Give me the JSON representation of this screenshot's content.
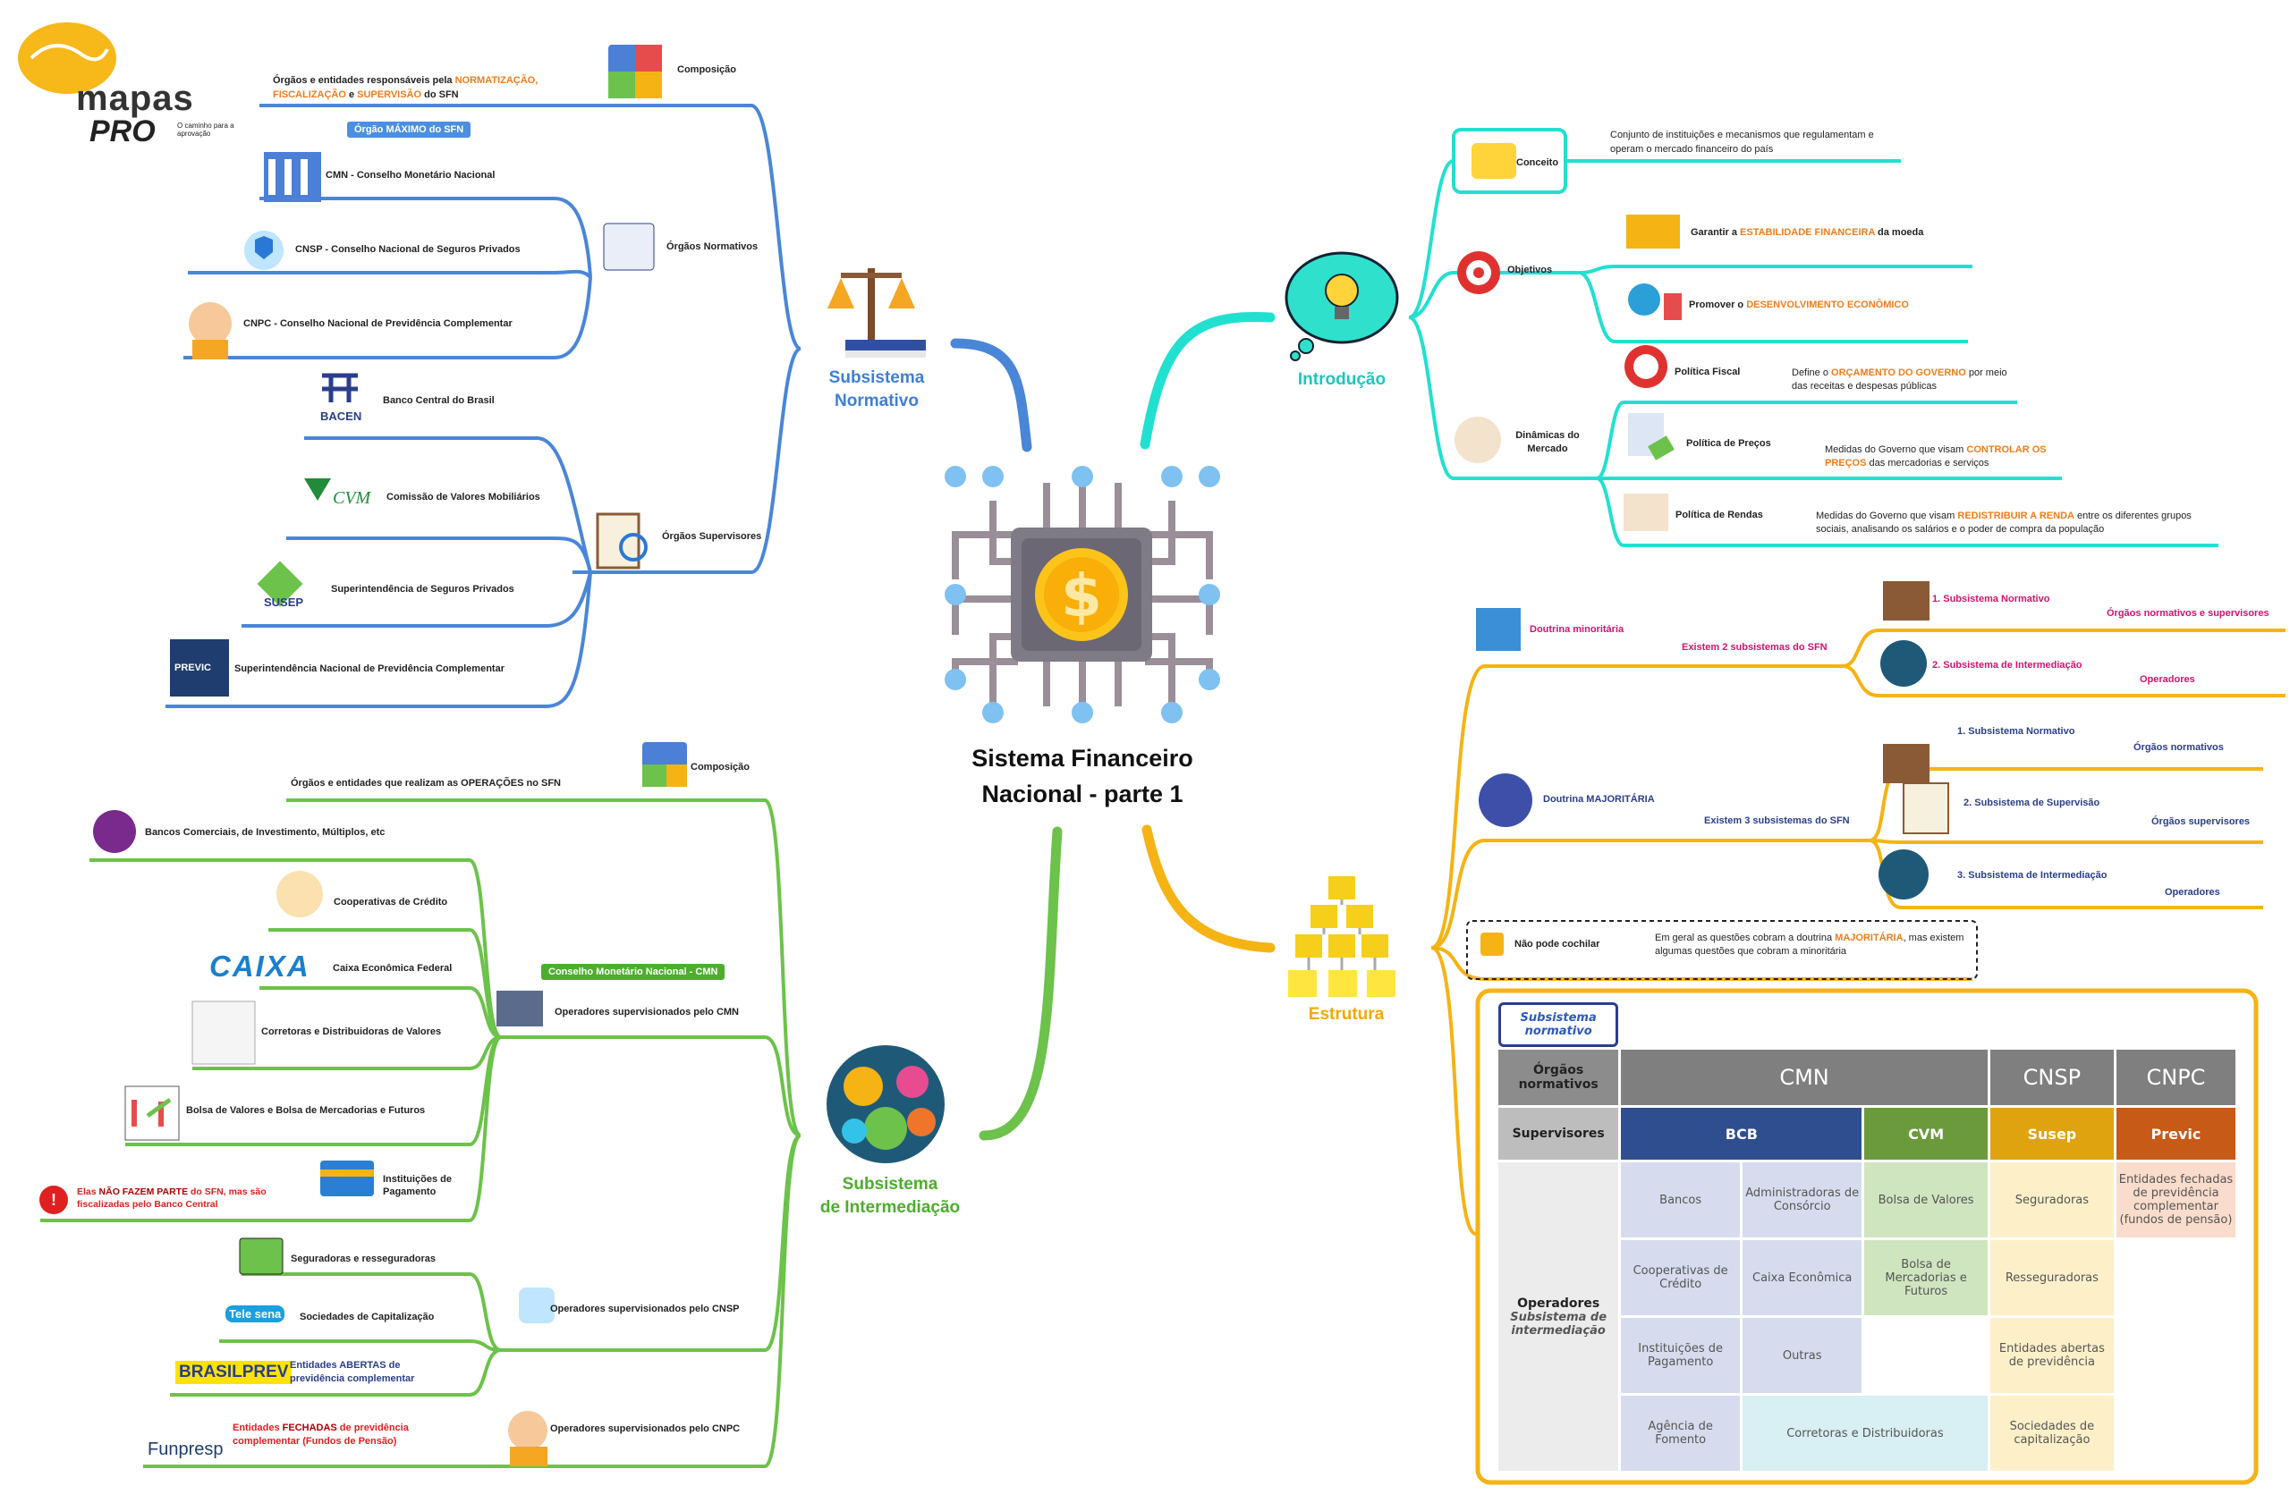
{
  "logo": {
    "brand": "mapas",
    "brand2": "PRO",
    "tagline": "O caminho para a aprovação"
  },
  "center": {
    "title_line1": "Sistema Financeiro",
    "title_line2": "Nacional - parte 1"
  },
  "branches": {
    "normativo": {
      "label_line1": "Subsistema",
      "label_line2": "Normativo"
    },
    "intermediacao": {
      "label_line1": "Subsistema",
      "label_line2": "de Intermediação"
    },
    "introducao": {
      "label": "Introdução"
    },
    "estrutura": {
      "label": "Estrutura"
    }
  },
  "normativo": {
    "composicao_label": "Composição",
    "composicao_text_a": "Órgãos e entidades responsáveis pela ",
    "composicao_hl1": "NORMATIZAÇÃO,",
    "composicao_hl2": "FISCALIZAÇÃO",
    "composicao_text_b": " e ",
    "composicao_hl3": "SUPERVISÃO",
    "composicao_text_c": " do SFN",
    "orgao_maximo_pill": "Órgão MÁXIMO do SFN",
    "orgaos_normativos_label": "Órgãos Normativos",
    "normativos": [
      "CMN - Conselho Monetário Nacional",
      "CNSP - Conselho Nacional de Seguros Privados",
      "CNPC - Conselho Nacional de Previdência Complementar"
    ],
    "orgaos_supervisores_label": "Órgãos Supervisores",
    "supervisores": [
      "Banco Central do Brasil",
      "Comissão de Valores Mobiliários",
      "Superintendência de Seguros Privados",
      "Superintendência Nacional de Previdência Complementar"
    ],
    "logos": {
      "bacen": "BACEN",
      "cvm": "CVM",
      "susep": "SUSEP",
      "previc": "PREVIC"
    }
  },
  "intermediacao": {
    "composicao_label": "Composição",
    "composicao_text_a": "Órgãos e entidades que realizam as ",
    "composicao_hl": "OPERAÇÕES",
    "composicao_text_b": " no SFN",
    "cmn_pill": "Conselho Monetário Nacional - CMN",
    "op_cmn_label": "Operadores supervisionados pelo CMN",
    "op_cmn_items": [
      "Bancos Comerciais, de Investimento, Múltiplos, etc",
      "Cooperativas de Crédito",
      "Caixa Econômica Federal",
      "Corretoras e Distribuidoras de Valores",
      "Bolsa de Valores e Bolsa de Mercadorias e Futuros",
      "Instituições de Pagamento"
    ],
    "caixa_logo": "CAIXA",
    "warn_a": "Elas ",
    "warn_hl": "NÃO FAZEM PARTE",
    "warn_b": " do SFN, mas são fiscalizadas pelo Banco Central",
    "op_cnsp_label": "Operadores supervisionados pelo CNSP",
    "op_cnsp_items": [
      "Seguradoras e resseguradoras",
      "Sociedades de Capitalização"
    ],
    "tele_logo": "Tele sena",
    "brasilprev_logo": "BRASILPREV",
    "abertas_a": "Entidades ",
    "abertas_hl": "ABERTAS",
    "abertas_b": " de previdência complementar",
    "op_cnpc_label": "Operadores supervisionados pelo CNPC",
    "funpresp_logo": "Funpresp",
    "fechadas_a": "Entidades ",
    "fechadas_hl": "FECHADAS",
    "fechadas_b": " de previdência complementar (Fundos de Pensão)"
  },
  "introducao": {
    "conceito_label": "Conceito",
    "conceito_text": "Conjunto de instituições e mecanismos que regulamentam e operam o mercado financeiro do país",
    "objetivos_label": "Objetivos",
    "obj1_a": "Garantir a ",
    "obj1_hl": "ESTABILIDADE FINANCEIRA",
    "obj1_b": " da moeda",
    "obj2_a": "Promover o ",
    "obj2_hl": "DESENVOLVIMENTO ECONÔMICO",
    "dinamicas_label": "Dinâmicas do Mercado",
    "pol_fiscal": "Política Fiscal",
    "pol_fiscal_a": "Define o ",
    "pol_fiscal_hl": "ORÇAMENTO DO GOVERNO",
    "pol_fiscal_b": " por meio das receitas e despesas públicas",
    "pol_precos": "Política de Preços",
    "pol_precos_a": "Medidas do Governo que visam ",
    "pol_precos_hl": "CONTROLAR OS PREÇOS",
    "pol_precos_b": " das mercadorias e serviços",
    "pol_rendas": "Política de Rendas",
    "pol_rendas_a": "Medidas do Governo que visam ",
    "pol_rendas_hl": "REDISTRIBUIR A RENDA",
    "pol_rendas_b": " entre os diferentes grupos sociais, analisando os salários e o poder de compra da população"
  },
  "estrutura": {
    "minoritaria_label": "Doutrina minoritária",
    "minoritaria_sub": "Existem 2 subsistemas do SFN",
    "min_items": [
      {
        "label": "1. Subsistema Normativo",
        "right": "Órgãos normativos e supervisores"
      },
      {
        "label": "2. Subsistema de Intermediação",
        "right": "Operadores"
      }
    ],
    "majoritaria_a": "Doutrina ",
    "majoritaria_hl": "MAJORITÁRIA",
    "majoritaria_sub": "Existem 3 subsistemas do SFN",
    "maj_items": [
      {
        "label": "1. Subsistema Normativo",
        "right": "Órgãos normativos"
      },
      {
        "label": "2. Subsistema de Supervisão",
        "right": "Órgãos supervisores"
      },
      {
        "label": "3. Subsistema de Intermediação",
        "right": "Operadores"
      }
    ],
    "nao_cochilar": "Não pode cochilar",
    "cochilar_a": "Em geral as questões cobram a doutrina ",
    "cochilar_hl": "MAJORITÁRIA",
    "cochilar_b": ", mas existem algumas questões que cobram a minoritária"
  },
  "table": {
    "corner": "Subsistema normativo",
    "row_normativos": "Órgãos normativos",
    "row_supervisores": "Supervisores",
    "row_operadores": "Operadores",
    "row_operadores_sub": "Subsistema de intermediação",
    "h_cmn": "CMN",
    "h_cnsp": "CNSP",
    "h_cnpc": "CNPC",
    "s_bcb": "BCB",
    "s_cvm": "CVM",
    "s_susep": "Susep",
    "s_previc": "Previc",
    "r1": [
      "Bancos",
      "Administradoras de Consórcio",
      "Bolsa de Valores",
      "Seguradoras",
      "Entidades fechadas de previdência complementar (fundos de pensão)"
    ],
    "r2": [
      "Cooperativas de Crédito",
      "Caixa Econômica",
      "Bolsa de Mercadorias e Futuros",
      "Resseguradoras"
    ],
    "r3": [
      "Instituições de Pagamento",
      "Outras",
      "Entidades abertas de previdência"
    ],
    "r4": [
      "Agência de Fomento",
      "Corretoras e Distribuidoras",
      "Sociedades de capitalização"
    ]
  },
  "colors": {
    "normativo": "#3f7fd3",
    "intermediacao": "#6cc24a",
    "introducao": "#22d3c8",
    "estrutura": "#f5b314",
    "highlight": "#f07d1a"
  }
}
